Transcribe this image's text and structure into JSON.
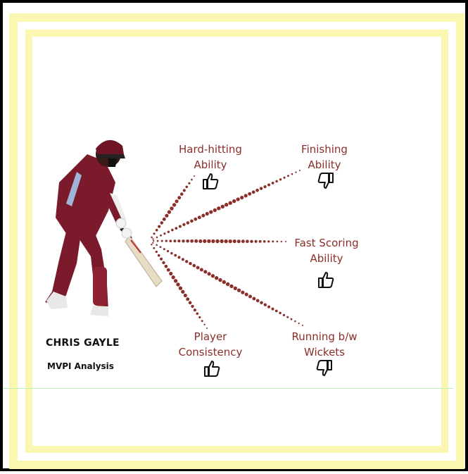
{
  "player": {
    "name": "CHRIS GAYLE",
    "subtitle": "MVPI Analysis"
  },
  "metrics": [
    {
      "id": "hard-hitting",
      "line1": "Hard-hitting",
      "line2": "Ability",
      "rating": "thumbs-up-icon"
    },
    {
      "id": "finishing",
      "line1": "Finishing",
      "line2": "Ability",
      "rating": "thumbs-down-icon"
    },
    {
      "id": "fast-scoring",
      "line1": "Fast Scoring",
      "line2": "Ability",
      "rating": "thumbs-up-icon"
    },
    {
      "id": "consistency",
      "line1": "Player",
      "line2": "Consistency",
      "rating": "thumbs-up-icon"
    },
    {
      "id": "running",
      "line1": "Running b/w",
      "line2": "Wickets",
      "rating": "thumbs-down-icon"
    }
  ],
  "colors": {
    "label": "#8a2f2a",
    "dots": "#8a2f2a",
    "border_band": "#fbf7b0",
    "jersey": "#7b1a2a"
  }
}
